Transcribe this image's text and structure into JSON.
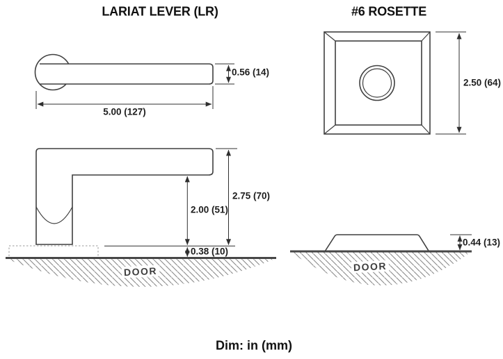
{
  "drawing": {
    "lever_title": "LARIAT LEVER (LR)",
    "rosette_title": "#6 ROSETTE",
    "dim_note": "Dim: in (mm)",
    "units": {
      "primary": "in",
      "secondary": "mm"
    },
    "lever_side": {
      "length": "5.00 (127)",
      "thickness": "0.56 (14)"
    },
    "lever_front": {
      "overall_height": "2.75 (70)",
      "underside_height": "2.00 (51)",
      "base_gap": "0.38 (10)",
      "door_label": "DOOR"
    },
    "rosette_front": {
      "size": "2.50 (64)"
    },
    "rosette_side": {
      "projection": "0.44 (13)",
      "door_label": "DOOR"
    },
    "colors": {
      "outline": "#3f3f3f",
      "dimension": "#2f2f2f",
      "door_line": "#474747",
      "hatch": "#8a8a8a"
    }
  }
}
